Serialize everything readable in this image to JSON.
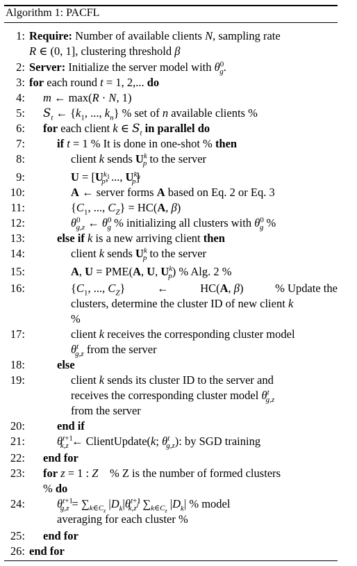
{
  "algorithm": {
    "caption": "Algorithm 1: PACFL",
    "line_numbers": [
      "1:",
      "2:",
      "3:",
      "4:",
      "5:",
      "6:",
      "7:",
      "8:",
      "9:",
      "10:",
      "11:",
      "12:",
      "13:",
      "14:",
      "15:",
      "16:",
      "17:",
      "18:",
      "19:",
      "20:",
      "21:",
      "22:",
      "23:",
      "24:",
      "25:",
      "26:"
    ],
    "keywords": {
      "require": "Require:",
      "server": "Server:",
      "for": "for",
      "do": "do",
      "in_parallel_do": "in parallel do",
      "if": "if",
      "then": "then",
      "else_if": "else if",
      "else": "else",
      "end_if": "end if",
      "end_for": "end for"
    },
    "text": {
      "l1a": "Number of available clients",
      "l1b": ", sampling rate",
      "l1c": "clustering threshold",
      "l2": "Initialize the server model with",
      "l3": "each round",
      "l5": "% set of",
      "l5b": "available clients %",
      "l6": "each client",
      "l7": "% It is done in one-shot %",
      "l8a": "client",
      "l8b": "sends",
      "l8c": "to the server",
      "l10a": "server forms",
      "l10b": "based on Eq. 2 or Eq. 3",
      "l12": "% initializing all clusters with",
      "l13": "is a new arriving client",
      "l15": "% Alg. 2 %",
      "l16a": "% Update the",
      "l16b": "clusters, determine the cluster ID of new client",
      "l16c": "%",
      "l17a": "receives the corresponding cluster model",
      "l17b": "from the server",
      "l19a": "sends its cluster ID to the server and",
      "l19b": "receives the corresponding cluster model",
      "l19c": "from the server",
      "l21": ": by SGD training",
      "l23a": "% Z is the number of formed clusters",
      "l23b": "%",
      "l24a": "% model",
      "l24b": "averaging for each cluster %"
    }
  }
}
